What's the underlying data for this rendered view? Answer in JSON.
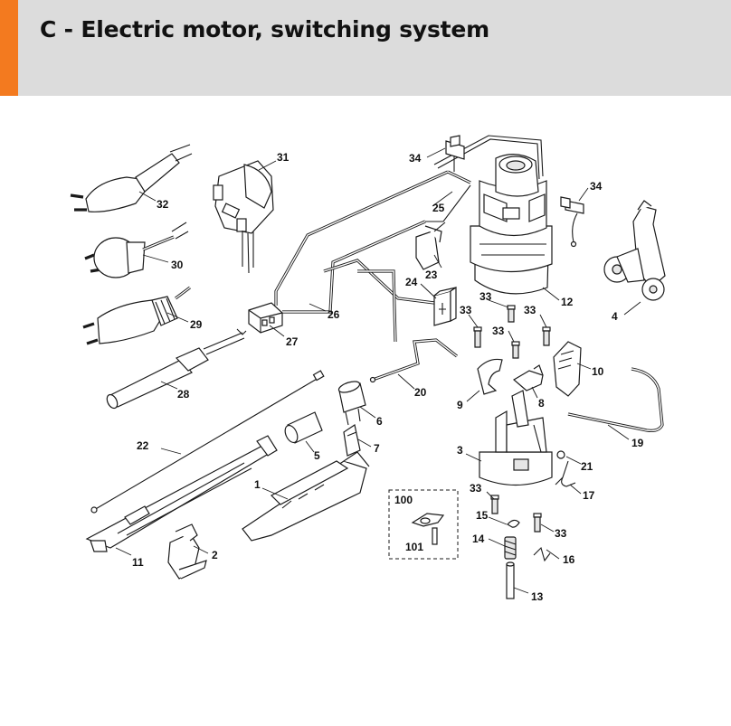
{
  "header": {
    "title": "C - Electric motor, switching system",
    "accent_color": "#f37a1f",
    "background_color": "#dcdcdc"
  },
  "diagram": {
    "labels": {
      "p1": "1",
      "p2": "2",
      "p3": "3",
      "p4": "4",
      "p5": "5",
      "p6": "6",
      "p7": "7",
      "p8": "8",
      "p9": "9",
      "p10": "10",
      "p11": "11",
      "p12": "12",
      "p13": "13",
      "p14": "14",
      "p15": "15",
      "p16": "16",
      "p17": "17",
      "p19": "19",
      "p20": "20",
      "p21": "21",
      "p22": "22",
      "p23": "23",
      "p24": "24",
      "p25": "25",
      "p26": "26",
      "p27": "27",
      "p28": "28",
      "p29": "29",
      "p30": "30",
      "p31": "31",
      "p32": "32",
      "p33": "33",
      "p34": "34",
      "p100": "100",
      "p101": "101"
    }
  }
}
